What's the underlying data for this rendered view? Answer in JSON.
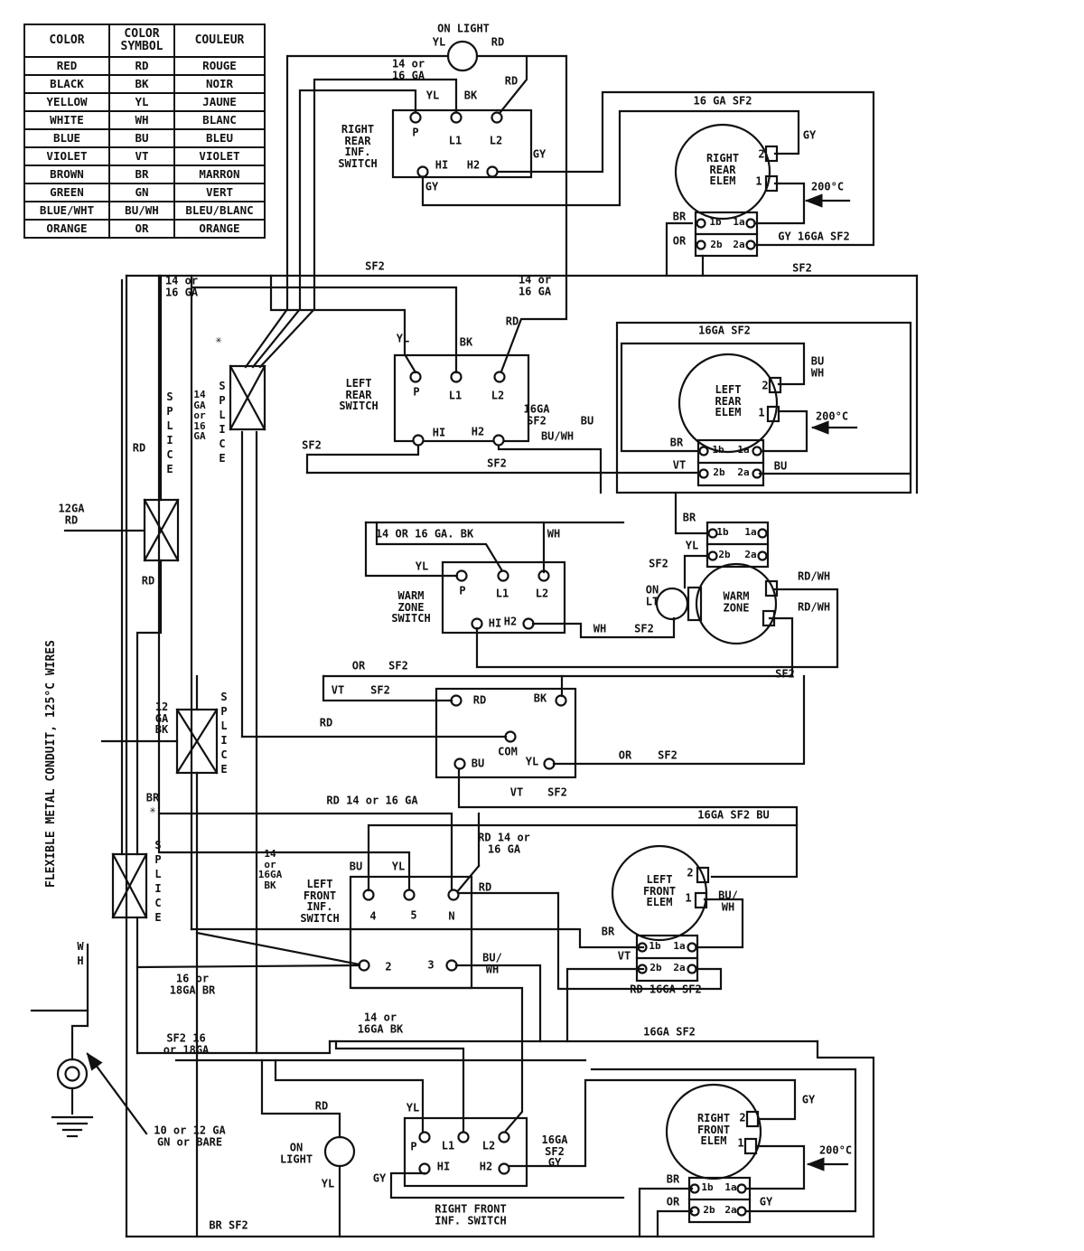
{
  "color_table": {
    "headers": [
      "COLOR",
      "COLOR SYMBOL",
      "COULEUR"
    ],
    "rows": [
      [
        "RED",
        "RD",
        "ROUGE"
      ],
      [
        "BLACK",
        "BK",
        "NOIR"
      ],
      [
        "YELLOW",
        "YL",
        "JAUNE"
      ],
      [
        "WHITE",
        "WH",
        "BLANC"
      ],
      [
        "BLUE",
        "BU",
        "BLEU"
      ],
      [
        "VIOLET",
        "VT",
        "VIOLET"
      ],
      [
        "BROWN",
        "BR",
        "MARRON"
      ],
      [
        "GREEN",
        "GN",
        "VERT"
      ],
      [
        "BLUE/WHT",
        "BU/WH",
        "BLEU/BLANC"
      ],
      [
        "ORANGE",
        "OR",
        "ORANGE"
      ]
    ]
  },
  "labels": {
    "on_light_top": "ON LIGHT",
    "yl_1": "YL",
    "rd_1": "RD",
    "ga_14_16_a": "14 or\n16 GA",
    "yl_2": "YL",
    "bk_1": "BK",
    "rd_2": "RD",
    "rr_switch_name": "RIGHT\nREAR\nINF.\nSWITCH",
    "rr_p": "P",
    "rr_l1": "L1",
    "rr_l2": "L2",
    "rr_hi": "HI",
    "rr_h2": "H2",
    "gy_1": "GY",
    "gy_2": "GY",
    "ga16_sf2_a": "16 GA SF2",
    "rr_elem_name": "RIGHT\nREAR\nELEM",
    "rr_t2": "2",
    "rr_t1": "1",
    "gy_3": "GY",
    "temp_1": "200°C",
    "br_1": "BR",
    "or_1": "OR",
    "c1b_a": "1b",
    "c1a_a": "1a",
    "c2b_a": "2b",
    "c2a_a": "2a",
    "gy_16ga_sf2": "GY 16GA SF2",
    "sf2_1": "SF2",
    "sf2_2": "SF2",
    "ga_14_16_b": "14 or\n16 GA",
    "ga_14_16_c": "14 or\n16 GA",
    "rd_3": "RD",
    "yl_3": "YL",
    "bk_2": "BK",
    "splice_star": "✳",
    "splice_1": "SPLICE",
    "splice_2": "SPLICE",
    "splice_3": "SPLICE",
    "splice_4": "SPLICE",
    "ga_vert_1": "14\nGA\nor\n16\nGA",
    "rd_4": "RD",
    "lr_switch_name": "LEFT\nREAR\nSWITCH",
    "lr_p": "P",
    "lr_l1": "L1",
    "lr_l2": "L2",
    "lr_hi": "HI",
    "lr_h2": "H2",
    "ga16_sf2_b": "16GA\nSF2",
    "bu_1": "BU",
    "bu_wh_1": "BU/WH",
    "sf2_3": "SF2",
    "sf2_4": "SF2",
    "ga16_sf2_c": "16GA SF2",
    "lr_elem_name": "LEFT\nREAR\nELEM",
    "lr_t2": "2",
    "lr_t1": "1",
    "bu_wh_2": "BU\nWH",
    "temp_2": "200°C",
    "br_2": "BR",
    "vt_1": "VT",
    "bu_2": "BU",
    "c1b_b": "1b",
    "c1a_b": "1a",
    "c2b_b": "2b",
    "c2a_b": "2a",
    "ga12_rd": "12GA\nRD",
    "rd_5": "RD",
    "flex_conduit": "FLEXIBLE METAL CONDUIT, 125°C WIRES",
    "ga_14_16_bk": "14 OR 16 GA. BK",
    "wh_1": "WH",
    "yl_4": "YL",
    "wz_switch_name": "WARM\nZONE\nSWITCH",
    "wz_p": "P",
    "wz_l1": "L1",
    "wz_l2": "L2",
    "wz_hi": "HI",
    "wz_h2": "H2",
    "sf2_5": "SF2",
    "on_lt": "ON\nLT",
    "br_3": "BR",
    "yl_5": "YL",
    "c1b_c": "1b",
    "c1a_c": "1a",
    "c2b_c": "2b",
    "c2a_c": "2a",
    "wz_elem_name": "WARM\nZONE",
    "rd_wh_1": "RD/WH",
    "rd_wh_2": "RD/WH",
    "wh_2": "WH",
    "sf2_6": "SF2",
    "sf2_7": "SF2",
    "or_2": "OR",
    "sf2_8": "SF2",
    "vt_2": "VT",
    "sf2_9": "SF2",
    "rd_6": "RD",
    "relay_rd": "RD",
    "relay_bk": "BK",
    "relay_com": "COM",
    "relay_bu": "BU",
    "relay_yl": "YL",
    "or_3": "OR",
    "sf2_10": "SF2",
    "vt_3": "VT",
    "sf2_11": "SF2",
    "rd_14_16": "RD 14 or 16 GA",
    "ga16_sf2_bu": "16GA SF2 BU",
    "rd_14_16_b": "RD 14 or\n16 GA",
    "bu_3": "BU",
    "yl_6": "YL",
    "lf_switch_name": "LEFT\nFRONT\nINF.\nSWITCH",
    "rd_7": "RD",
    "lf_4": "4",
    "lf_5": "5",
    "lf_n": "N",
    "lf_2": "2",
    "lf_3": "3",
    "bu_wh_3": "BU/\nWH",
    "br_4": "BR",
    "vt_4": "VT",
    "c1b_d": "1b",
    "c1a_d": "1a",
    "c2b_d": "2b",
    "c2a_d": "2a",
    "lf_elem_name": "LEFT\nFRONT\nELEM",
    "lf_t2": "2",
    "lf_t1": "1",
    "bu_wh_4": "BU/\nWH",
    "rd_16ga_sf2": "RD 16GA SF2",
    "ga_16_18_br": "16 or\n18GA BR",
    "sf2_16_18": "SF2 16\nor 18GA",
    "ga16_sf2_d": "16GA SF2",
    "ga_14_16_bk2": "14 or\n16GA BK",
    "ga12_bk": "12\nGA\nBK",
    "br_star": "BR\n✳",
    "ga_vert_2": "14\nor\n16GA\nBK",
    "wh_3": "WH",
    "gn_bare": "10 or 12 GA\nGN or BARE",
    "rd_8": "RD",
    "on_light_bottom": "ON\nLIGHT",
    "yl_7": "YL",
    "yl_8": "YL",
    "rf_p": "P",
    "rf_l1": "L1",
    "rf_l2": "L2",
    "rf_hi": "HI",
    "rf_h2": "H2",
    "ga16_sf2_gy": "16GA\nSF2\nGY",
    "gy_4": "GY",
    "rf_switch_name": "RIGHT FRONT\nINF. SWITCH",
    "br_sf2": "BR SF2",
    "rf_elem_name": "RIGHT\nFRONT\nELEM",
    "rf_t2": "2",
    "rf_t1": "1",
    "gy_5": "GY",
    "temp_3": "200°C",
    "br_5": "BR",
    "or_4": "OR",
    "c1b_e": "1b",
    "c1a_e": "1a",
    "c2b_e": "2b",
    "c2a_e": "2a",
    "gy_6": "GY"
  }
}
